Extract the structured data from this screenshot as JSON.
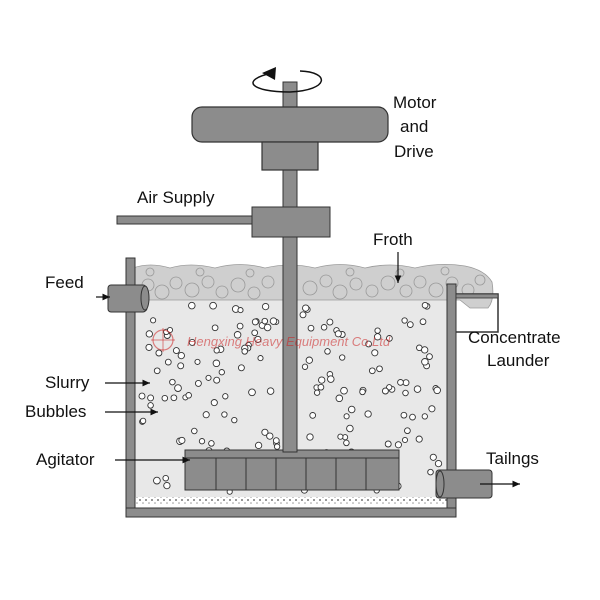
{
  "labels": {
    "motor_line1": "Motor",
    "motor_line2": "and",
    "motor_line3": "Drive",
    "air_supply": "Air Supply",
    "froth": "Froth",
    "feed": "Feed",
    "concentrate_line1": "Concentrate",
    "concentrate_line2": "Launder",
    "slurry": "Slurry",
    "bubbles": "Bubbles",
    "agitator": "Agitator",
    "tailings": "Tailngs"
  },
  "watermark": "Hengxing Heavy Equipment Co.Ltd",
  "colors": {
    "machine_gray": "#8c8c8c",
    "slurry_fill": "#e8e8e8",
    "froth_fill": "#cfcfcf",
    "watermark": "#cc2222"
  }
}
